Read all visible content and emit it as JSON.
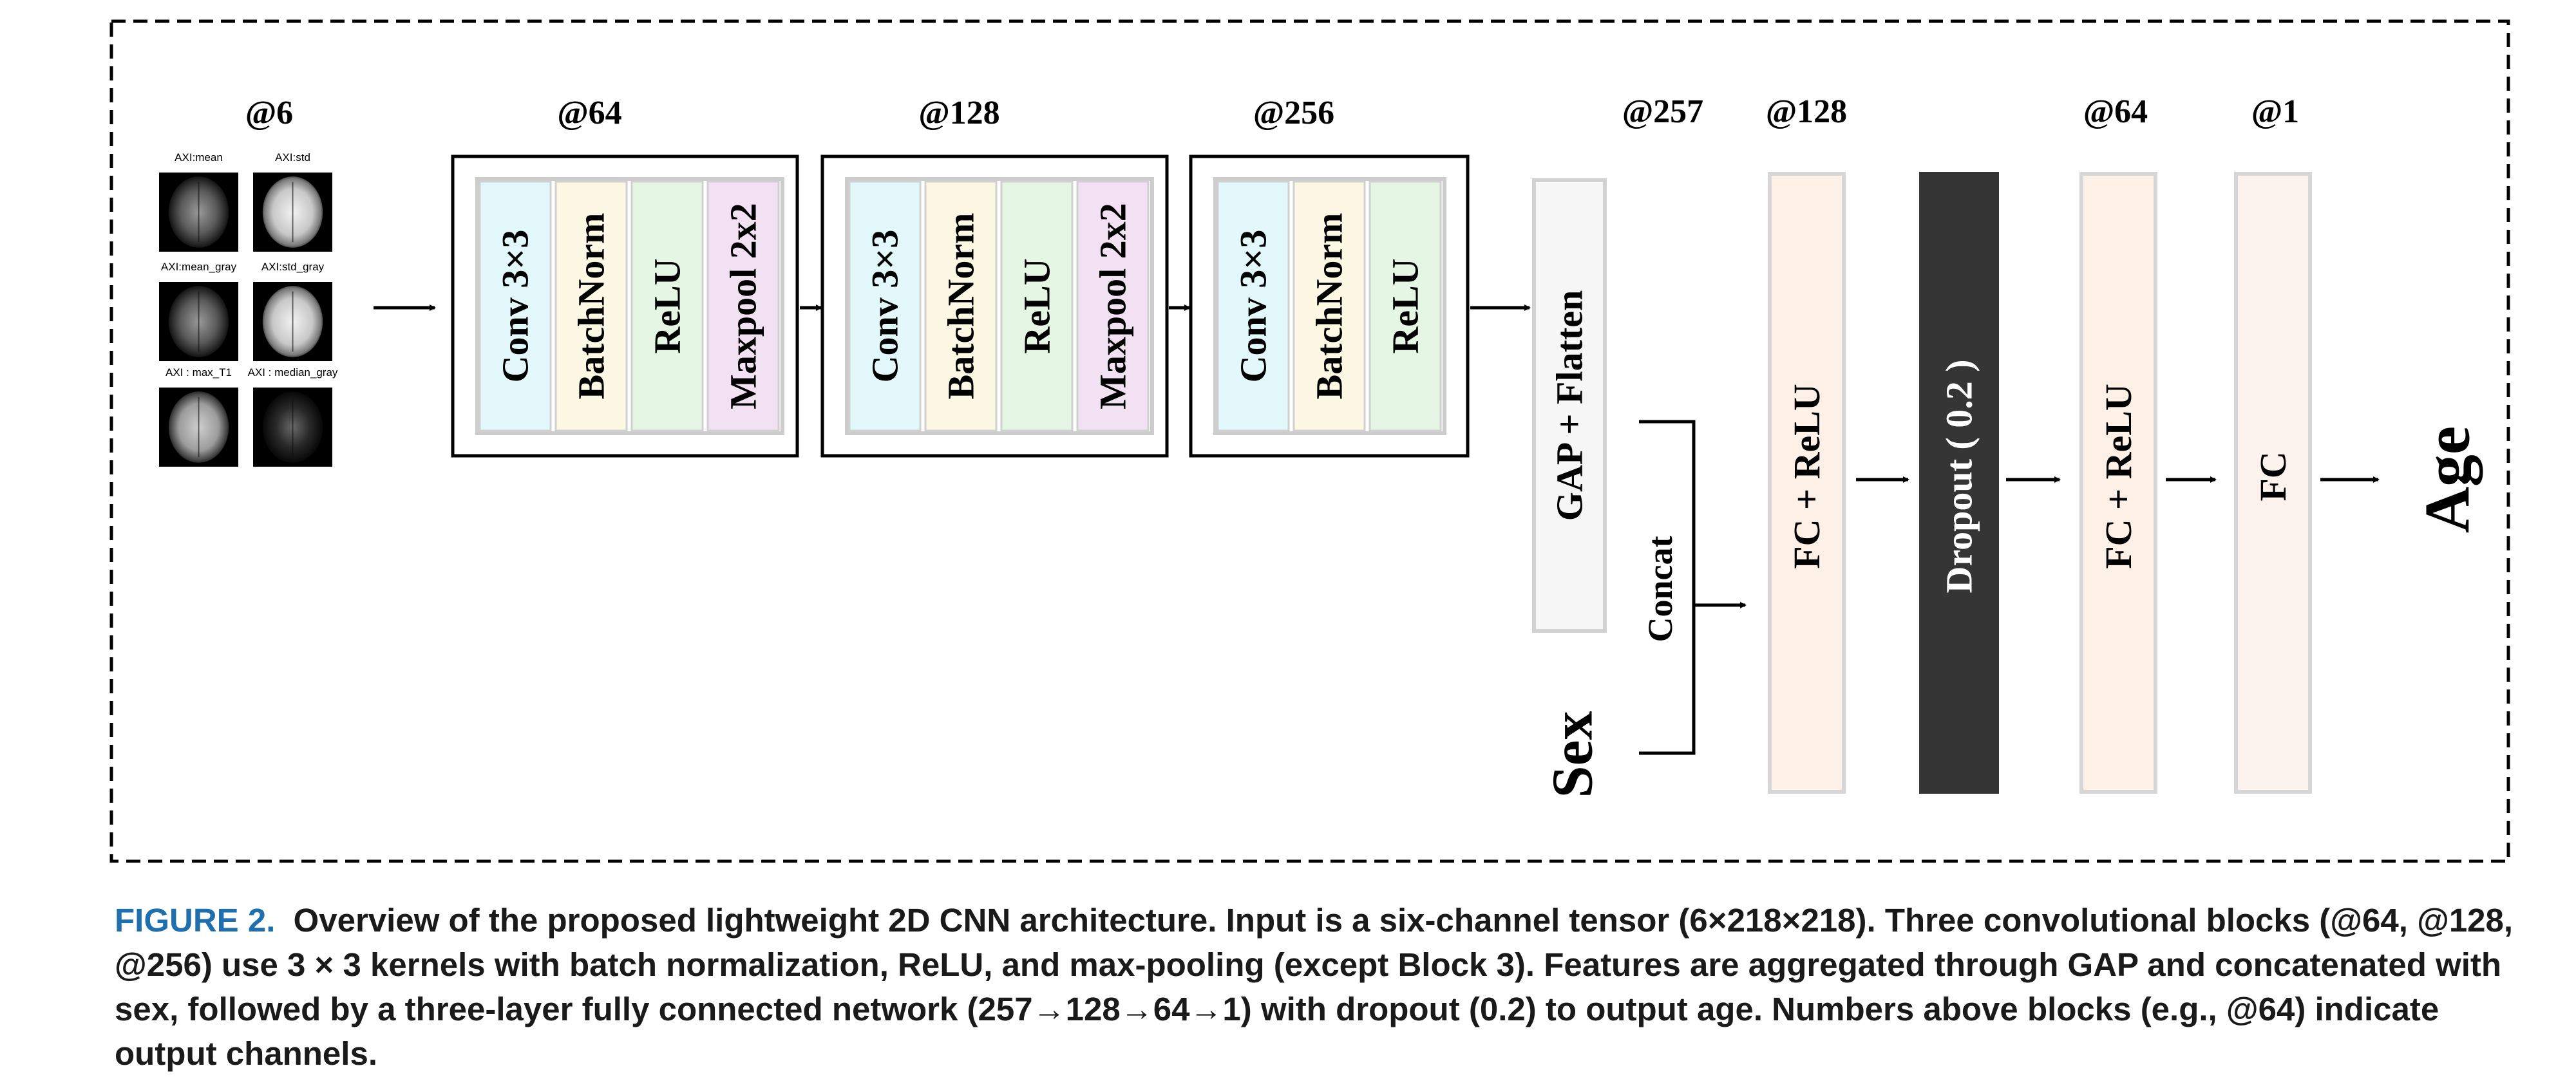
{
  "input": {
    "channels": "@6",
    "images": [
      {
        "label": "AXI:mean",
        "tone": "dark"
      },
      {
        "label": "AXI:std",
        "tone": "light"
      },
      {
        "label": "AXI:mean_gray",
        "tone": "dark"
      },
      {
        "label": "AXI:std_gray",
        "tone": "light"
      },
      {
        "label": "AXI : max_T1",
        "tone": "mid"
      },
      {
        "label": "AXI : median_gray",
        "tone": "sparse"
      }
    ]
  },
  "conv_blocks": [
    {
      "channels": "@64",
      "layers": [
        "Conv  3×3",
        "BatchNorm",
        "ReLU",
        "Maxpool  2x2"
      ]
    },
    {
      "channels": "@128",
      "layers": [
        "Conv  3×3",
        "BatchNorm",
        "ReLU",
        "Maxpool  2x2"
      ]
    },
    {
      "channels": "@256",
      "layers": [
        "Conv  3×3",
        "BatchNorm",
        "ReLU"
      ]
    }
  ],
  "gap": {
    "channels": "@257",
    "label": "GAP + Flatten"
  },
  "concat_label": "Concat",
  "sex_label": "Sex",
  "head": [
    {
      "channels": "@128",
      "label": "FC + ReLU"
    },
    {
      "channels": "",
      "label": "Dropout ( 0.2 )"
    },
    {
      "channels": "@64",
      "label": "FC + ReLU"
    },
    {
      "channels": "@1",
      "label": "FC"
    }
  ],
  "output_label": "Age",
  "colors": {
    "conv": "#e2f8fa",
    "batchnorm": "#fdf8e4",
    "relu": "#e6f6e4",
    "maxpool": "#f1e1f3",
    "gap": "#f6f6f6",
    "fc": "#fdf0e6",
    "dropout": "#353535",
    "fc_out": "#fcf3ef",
    "caption_label": "#1f6fae"
  },
  "caption": {
    "label": "FIGURE 2.",
    "text": "Overview of the proposed lightweight 2D CNN architecture. Input is a six-channel tensor (6×218×218). Three convolutional blocks (@64, @128, @256) use 3 × 3 kernels with batch normalization, ReLU, and max-pooling (except Block 3). Features are aggregated through GAP and concatenated with sex, followed by a three-layer fully connected network (257→128→64→1) with dropout (0.2) to output age. Numbers above blocks (e.g., @64) indicate output channels."
  }
}
